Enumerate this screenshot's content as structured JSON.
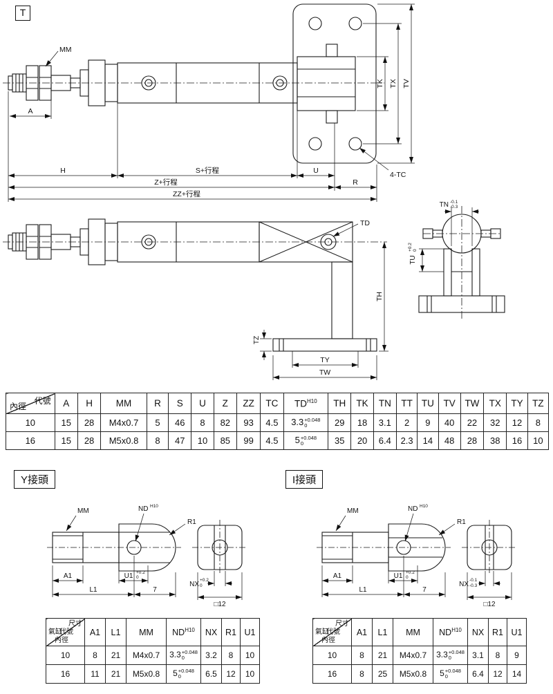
{
  "page": {
    "type_label": "T"
  },
  "drawing_top": {
    "mm": "MM",
    "a": "A",
    "h": "H",
    "s_stroke": "S+行程",
    "u": "U",
    "r": "R",
    "z_stroke": "Z+行程",
    "zz_stroke": "ZZ+行程",
    "tk": "TK",
    "tx": "TX",
    "tv": "TV",
    "four_tc": "4-TC"
  },
  "drawing_side": {
    "td": "TD",
    "th": "TH",
    "tz": "TZ",
    "ty": "TY",
    "tw": "TW",
    "tn": "TN",
    "tn_top": "-0.1",
    "tn_bot": "-0.3",
    "tu": "TU",
    "tu_top": "+0.2",
    "tu_bot": "0"
  },
  "main_table": {
    "diag_top": "代號",
    "diag_bottom": "內徑",
    "col_A": "A",
    "col_H": "H",
    "col_MM": "MM",
    "col_R": "R",
    "col_S": "S",
    "col_U": "U",
    "col_Z": "Z",
    "col_ZZ": "ZZ",
    "col_TC": "TC",
    "col_TD": "TD",
    "col_TD_sup": "H10",
    "col_TH": "TH",
    "col_TK": "TK",
    "col_TN": "TN",
    "col_TT": "TT",
    "col_TU": "TU",
    "col_TV": "TV",
    "col_TW": "TW",
    "col_TX": "TX",
    "col_TY": "TY",
    "col_TZ": "TZ",
    "rows": [
      {
        "bore": "10",
        "A": "15",
        "H": "28",
        "MM": "M4x0.7",
        "R": "5",
        "S": "46",
        "U": "8",
        "Z": "82",
        "ZZ": "93",
        "TC": "4.5",
        "TD": "3.3",
        "TD_top": "+0.048",
        "TD_bot": "0",
        "TH": "29",
        "TK": "18",
        "TN": "3.1",
        "TT": "2",
        "TU": "9",
        "TV": "40",
        "TW": "22",
        "TX": "32",
        "TY": "12",
        "TZ": "8"
      },
      {
        "bore": "16",
        "A": "15",
        "H": "28",
        "MM": "M5x0.8",
        "R": "8",
        "S": "47",
        "U": "10",
        "Z": "85",
        "ZZ": "99",
        "TC": "4.5",
        "TD": "5",
        "TD_top": "+0.048",
        "TD_bot": "0",
        "TH": "35",
        "TK": "20",
        "TN": "6.4",
        "TT": "2.3",
        "TU": "14",
        "TV": "48",
        "TW": "28",
        "TX": "38",
        "TY": "16",
        "TZ": "10"
      }
    ]
  },
  "y_section": {
    "title": "Y接頭"
  },
  "i_section": {
    "title": "I接頭"
  },
  "y_drawing": {
    "mm": "MM",
    "nd": "ND",
    "nd_sup": "H10",
    "r1": "R1",
    "a1": "A1",
    "u1": "U1",
    "u1_top": "+0.2",
    "u1_bot": "0",
    "l1": "L1",
    "seven": "7",
    "nx": "NX",
    "nx_top": "+0.2",
    "nx_bot": "0",
    "sq": "□12"
  },
  "i_drawing": {
    "mm": "MM",
    "nd": "ND",
    "nd_sup": "H10",
    "r1": "R1",
    "a1": "A1",
    "u1": "U1",
    "u1_top": "+0.2",
    "u1_bot": "0",
    "l1": "L1",
    "seven": "7",
    "nx": "NX",
    "nx_top": "-0.1",
    "nx_bot": "-0.3",
    "sq": "□12"
  },
  "y_table": {
    "diag_top1": "尺寸",
    "diag_top2": "代號",
    "diag_bot1": "氣缸",
    "diag_bot2": "內徑",
    "col_A1": "A1",
    "col_L1": "L1",
    "col_MM": "MM",
    "col_ND": "ND",
    "col_ND_sup": "H10",
    "col_NX": "NX",
    "col_R1": "R1",
    "col_U1": "U1",
    "rows": [
      {
        "bore": "10",
        "A1": "8",
        "L1": "21",
        "MM": "M4x0.7",
        "ND": "3.3",
        "ND_top": "+0.048",
        "ND_bot": "0",
        "NX": "3.2",
        "R1": "8",
        "U1": "10"
      },
      {
        "bore": "16",
        "A1": "11",
        "L1": "21",
        "MM": "M5x0.8",
        "ND": "5",
        "ND_top": "+0.048",
        "ND_bot": "0",
        "NX": "6.5",
        "R1": "12",
        "U1": "10"
      }
    ]
  },
  "i_table": {
    "diag_top1": "尺寸",
    "diag_top2": "代號",
    "diag_bot1": "氣缸",
    "diag_bot2": "內徑",
    "col_A1": "A1",
    "col_L1": "L1",
    "col_MM": "MM",
    "col_ND": "ND",
    "col_ND_sup": "H10",
    "col_NX": "NX",
    "col_R1": "R1",
    "col_U1": "U1",
    "rows": [
      {
        "bore": "10",
        "A1": "8",
        "L1": "21",
        "MM": "M4x0.7",
        "ND": "3.3",
        "ND_top": "+0.048",
        "ND_bot": "0",
        "NX": "3.1",
        "R1": "8",
        "U1": "9"
      },
      {
        "bore": "16",
        "A1": "8",
        "L1": "25",
        "MM": "M5x0.8",
        "ND": "5",
        "ND_top": "+0.048",
        "ND_bot": "0",
        "NX": "6.4",
        "R1": "12",
        "U1": "14"
      }
    ]
  }
}
